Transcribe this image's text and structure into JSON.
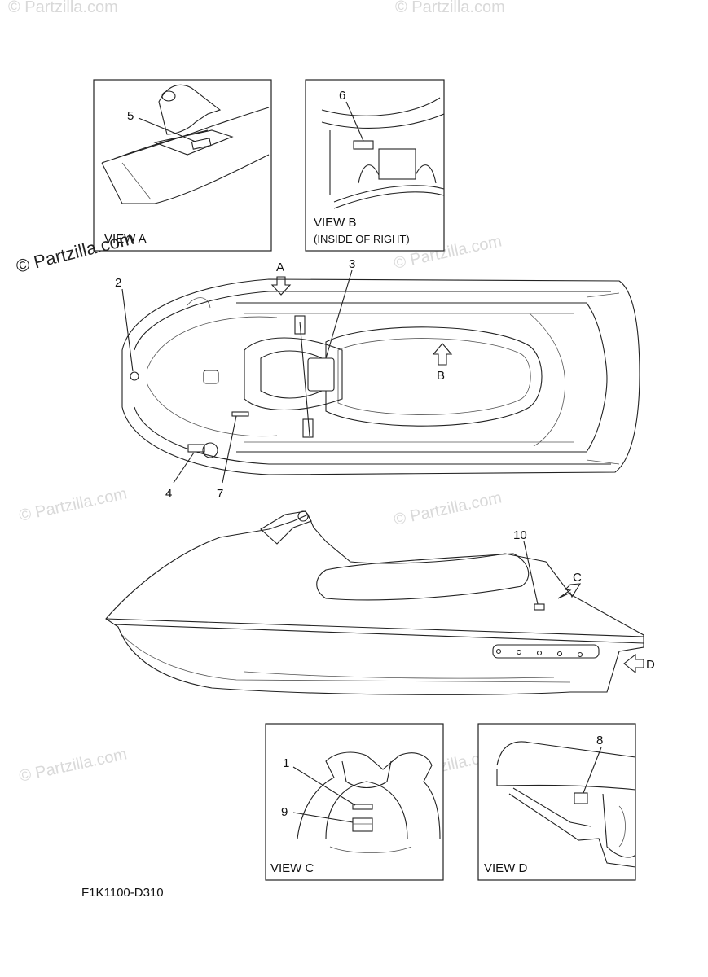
{
  "watermarks": {
    "main": "© Partzilla.com",
    "faint": "© Partzilla.com"
  },
  "views": {
    "a": "VIEW A",
    "b": "VIEW B",
    "b_sub": "(INSIDE OF RIGHT)",
    "c": "VIEW C",
    "d": "VIEW D"
  },
  "arrows": {
    "a": "A",
    "b": "B",
    "c": "C",
    "d": "D"
  },
  "callouts": {
    "c1": "1",
    "c2": "2",
    "c3": "3",
    "c4": "4",
    "c5": "5",
    "c6": "6",
    "c7": "7",
    "c8": "8",
    "c9": "9",
    "c10": "10"
  },
  "figure_code": "F1K1100-D310"
}
